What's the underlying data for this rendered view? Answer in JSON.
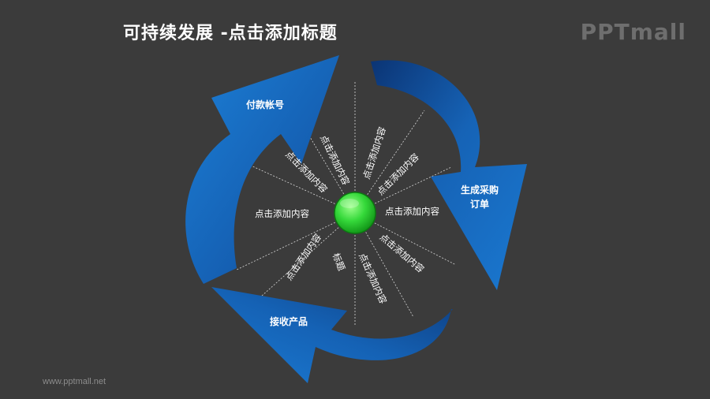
{
  "header": {
    "title": "可持续发展 -点击添加标题",
    "logo": "PPTmall"
  },
  "footer": {
    "url": "www.pptmall.net"
  },
  "arrows": [
    {
      "label": "付款帐号"
    },
    {
      "label": "生成采购\n订单"
    },
    {
      "label": "接收产品"
    }
  ],
  "spokes": [
    {
      "label": "点击添加内容"
    },
    {
      "label": "点击添加内容"
    },
    {
      "label": "点击添加内容"
    },
    {
      "label": "点击添加内容"
    },
    {
      "label": "点击添加内容"
    },
    {
      "label": "点击添加内容"
    },
    {
      "label": "标题"
    },
    {
      "label": "点击添加内容"
    },
    {
      "label": "点击添加内容"
    },
    {
      "label": "点击添加内容"
    }
  ],
  "colors": {
    "arrow_light": "#1a78d0",
    "arrow_dark": "#0c3c7c",
    "center_light": "#7dff6e",
    "center_dark": "#12b51a",
    "background": "#3b3b3b"
  },
  "icons": {
    "center": "green-sphere"
  }
}
